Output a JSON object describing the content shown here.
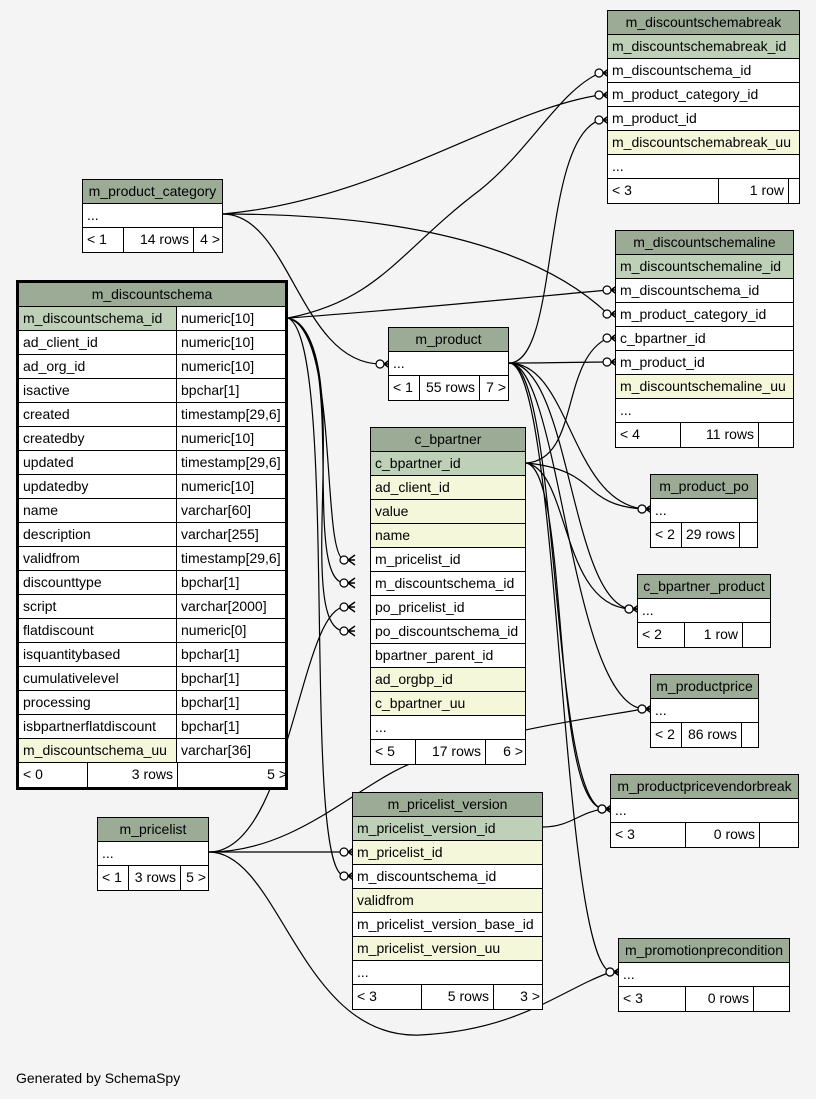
{
  "tables": {
    "m_discountschemabreak": {
      "title": "m_discountschemabreak",
      "columns": [
        {
          "name": "m_discountschemabreak_id",
          "type": "",
          "kind": "pk"
        },
        {
          "name": "m_discountschema_id",
          "type": "",
          "kind": "plain"
        },
        {
          "name": "m_product_category_id",
          "type": "",
          "kind": "plain"
        },
        {
          "name": "m_product_id",
          "type": "",
          "kind": "plain"
        },
        {
          "name": "m_discountschemabreak_uu",
          "type": "",
          "kind": "idx"
        },
        {
          "name": "...",
          "type": "",
          "kind": "plain"
        }
      ],
      "footer": [
        "< 3",
        "1 row",
        ""
      ]
    },
    "m_product_category": {
      "title": "m_product_category",
      "columns": [
        {
          "name": "...",
          "type": "",
          "kind": "plain"
        }
      ],
      "footer": [
        "< 1",
        "14 rows",
        "4 >"
      ]
    },
    "m_discountschemaline": {
      "title": "m_discountschemaline",
      "columns": [
        {
          "name": "m_discountschemaline_id",
          "type": "",
          "kind": "pk"
        },
        {
          "name": "m_discountschema_id",
          "type": "",
          "kind": "plain"
        },
        {
          "name": "m_product_category_id",
          "type": "",
          "kind": "plain"
        },
        {
          "name": "c_bpartner_id",
          "type": "",
          "kind": "plain"
        },
        {
          "name": "m_product_id",
          "type": "",
          "kind": "plain"
        },
        {
          "name": "m_discountschemaline_uu",
          "type": "",
          "kind": "idx"
        },
        {
          "name": "...",
          "type": "",
          "kind": "plain"
        }
      ],
      "footer": [
        "< 4",
        "11 rows",
        ""
      ]
    },
    "m_discountschema": {
      "title": "m_discountschema",
      "columns": [
        {
          "name": "m_discountschema_id",
          "type": "numeric[10]",
          "kind": "pk"
        },
        {
          "name": "ad_client_id",
          "type": "numeric[10]",
          "kind": "plain"
        },
        {
          "name": "ad_org_id",
          "type": "numeric[10]",
          "kind": "plain"
        },
        {
          "name": "isactive",
          "type": "bpchar[1]",
          "kind": "plain"
        },
        {
          "name": "created",
          "type": "timestamp[29,6]",
          "kind": "plain"
        },
        {
          "name": "createdby",
          "type": "numeric[10]",
          "kind": "plain"
        },
        {
          "name": "updated",
          "type": "timestamp[29,6]",
          "kind": "plain"
        },
        {
          "name": "updatedby",
          "type": "numeric[10]",
          "kind": "plain"
        },
        {
          "name": "name",
          "type": "varchar[60]",
          "kind": "plain"
        },
        {
          "name": "description",
          "type": "varchar[255]",
          "kind": "plain"
        },
        {
          "name": "validfrom",
          "type": "timestamp[29,6]",
          "kind": "plain"
        },
        {
          "name": "discounttype",
          "type": "bpchar[1]",
          "kind": "plain"
        },
        {
          "name": "script",
          "type": "varchar[2000]",
          "kind": "plain"
        },
        {
          "name": "flatdiscount",
          "type": "numeric[0]",
          "kind": "plain"
        },
        {
          "name": "isquantitybased",
          "type": "bpchar[1]",
          "kind": "plain"
        },
        {
          "name": "cumulativelevel",
          "type": "bpchar[1]",
          "kind": "plain"
        },
        {
          "name": "processing",
          "type": "bpchar[1]",
          "kind": "plain"
        },
        {
          "name": "isbpartnerflatdiscount",
          "type": "bpchar[1]",
          "kind": "plain"
        },
        {
          "name": "m_discountschema_uu",
          "type": "varchar[36]",
          "kind": "idx"
        }
      ],
      "footer": [
        "< 0",
        "3 rows",
        "5 >"
      ]
    },
    "m_product": {
      "title": "m_product",
      "columns": [
        {
          "name": "...",
          "type": "",
          "kind": "plain"
        }
      ],
      "footer": [
        "< 1",
        "55 rows",
        "7 >"
      ]
    },
    "c_bpartner": {
      "title": "c_bpartner",
      "columns": [
        {
          "name": "c_bpartner_id",
          "type": "",
          "kind": "pk"
        },
        {
          "name": "ad_client_id",
          "type": "",
          "kind": "idx"
        },
        {
          "name": "value",
          "type": "",
          "kind": "idx"
        },
        {
          "name": "name",
          "type": "",
          "kind": "idx"
        },
        {
          "name": "m_pricelist_id",
          "type": "",
          "kind": "plain"
        },
        {
          "name": "m_discountschema_id",
          "type": "",
          "kind": "plain"
        },
        {
          "name": "po_pricelist_id",
          "type": "",
          "kind": "plain"
        },
        {
          "name": "po_discountschema_id",
          "type": "",
          "kind": "plain"
        },
        {
          "name": "bpartner_parent_id",
          "type": "",
          "kind": "plain"
        },
        {
          "name": "ad_orgbp_id",
          "type": "",
          "kind": "idx"
        },
        {
          "name": "c_bpartner_uu",
          "type": "",
          "kind": "idx"
        },
        {
          "name": "...",
          "type": "",
          "kind": "plain"
        }
      ],
      "footer": [
        "< 5",
        "17 rows",
        "6 >"
      ]
    },
    "m_product_po": {
      "title": "m_product_po",
      "columns": [
        {
          "name": "...",
          "type": "",
          "kind": "plain"
        }
      ],
      "footer": [
        "< 2",
        "29 rows",
        ""
      ]
    },
    "c_bpartner_product": {
      "title": "c_bpartner_product",
      "columns": [
        {
          "name": "...",
          "type": "",
          "kind": "plain"
        }
      ],
      "footer": [
        "< 2",
        "1 row",
        ""
      ]
    },
    "m_productprice": {
      "title": "m_productprice",
      "columns": [
        {
          "name": "...",
          "type": "",
          "kind": "plain"
        }
      ],
      "footer": [
        "< 2",
        "86 rows",
        ""
      ]
    },
    "m_productpricevendorbreak": {
      "title": "m_productpricevendorbreak",
      "columns": [
        {
          "name": "...",
          "type": "",
          "kind": "plain"
        }
      ],
      "footer": [
        "< 3",
        "0 rows",
        ""
      ]
    },
    "m_pricelist": {
      "title": "m_pricelist",
      "columns": [
        {
          "name": "...",
          "type": "",
          "kind": "plain"
        }
      ],
      "footer": [
        "< 1",
        "3 rows",
        "5 >"
      ]
    },
    "m_pricelist_version": {
      "title": "m_pricelist_version",
      "columns": [
        {
          "name": "m_pricelist_version_id",
          "type": "",
          "kind": "pk"
        },
        {
          "name": "m_pricelist_id",
          "type": "",
          "kind": "idx"
        },
        {
          "name": "m_discountschema_id",
          "type": "",
          "kind": "plain"
        },
        {
          "name": "validfrom",
          "type": "",
          "kind": "idx"
        },
        {
          "name": "m_pricelist_version_base_id",
          "type": "",
          "kind": "plain"
        },
        {
          "name": "m_pricelist_version_uu",
          "type": "",
          "kind": "idx"
        },
        {
          "name": "...",
          "type": "",
          "kind": "plain"
        }
      ],
      "footer": [
        "< 3",
        "5 rows",
        "3 >"
      ]
    },
    "m_promotionprecondition": {
      "title": "m_promotionprecondition",
      "columns": [
        {
          "name": "...",
          "type": "",
          "kind": "plain"
        }
      ],
      "footer": [
        "< 3",
        "0 rows",
        ""
      ]
    }
  },
  "credit": "Generated by SchemaSpy",
  "colors": {
    "background": "#f4f4f4",
    "title": "#9bab96",
    "pk": "#bed1b8",
    "idx": "#f4f7da",
    "edge": "#000000"
  }
}
